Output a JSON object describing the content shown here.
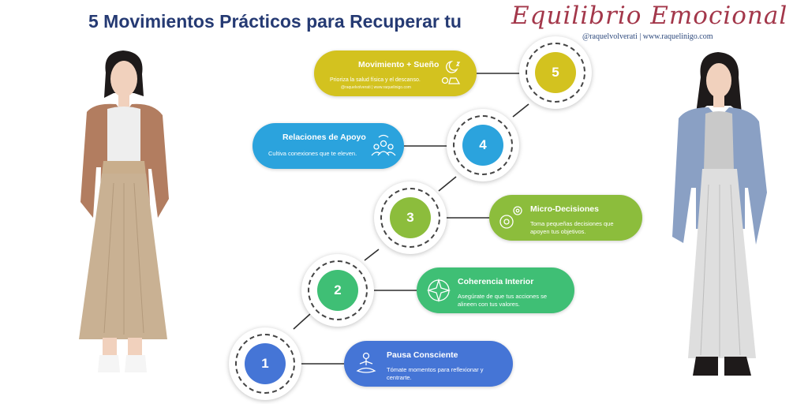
{
  "header": {
    "title": "5 Movimientos Prácticos para Recuperar tu",
    "script_title": "Equilibrio Emocional",
    "credit": "@raquelvolverati | www.raquelinigo.com"
  },
  "steps": [
    {
      "number": "1",
      "title": "Pausa Consciente",
      "desc": "Tómate momentos para reflexionar y centrarte.",
      "color": "#4575d6",
      "icon": "meditation-icon"
    },
    {
      "number": "2",
      "title": "Coherencia Interior",
      "desc": "Asegúrate de que tus acciones se alineen con tus valores.",
      "color": "#3fbf75",
      "icon": "compass-icon"
    },
    {
      "number": "3",
      "title": "Micro-Decisiones",
      "desc": "Toma pequeñas decisiones que apoyen tus objetivos.",
      "color": "#8cbd3c",
      "icon": "gears-icon"
    },
    {
      "number": "4",
      "title": "Relaciones de Apoyo",
      "desc": "Cultiva conexiones que te eleven.",
      "color": "#2ba3dd",
      "icon": "people-group-icon"
    },
    {
      "number": "5",
      "title": "Movimiento + Sueño",
      "desc": "Prioriza la salud física y el descanso.",
      "meta": "@raquelvolverati | www.raquelinigo.com",
      "color": "#d3c21f",
      "icon": "moon-sleep-icon"
    }
  ],
  "colors": {
    "title": "#253a73",
    "script": "#a3374a",
    "connector": "#2f2f2f"
  }
}
